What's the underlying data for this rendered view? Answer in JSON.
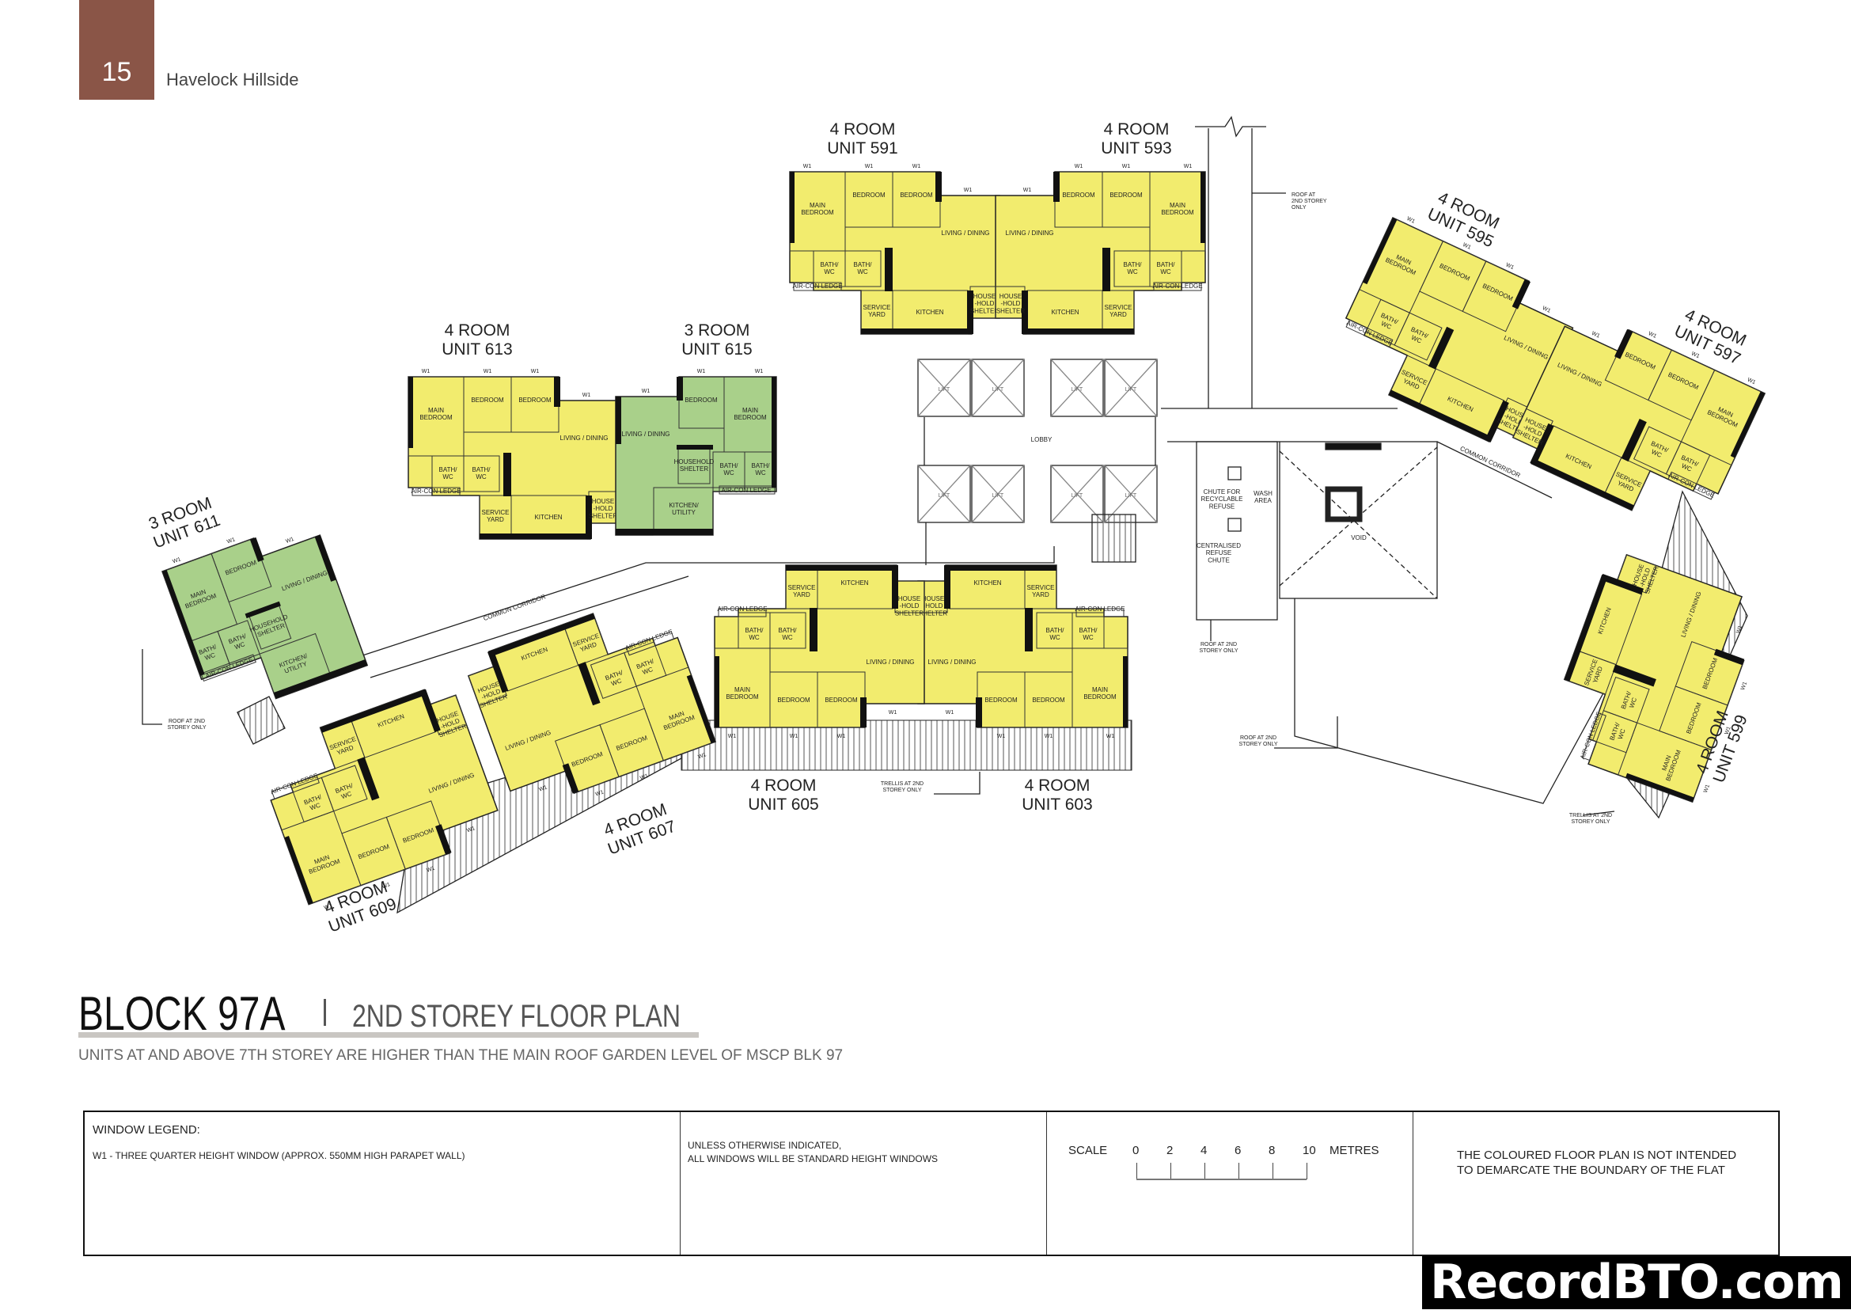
{
  "header": {
    "page_number": "15",
    "project": "Havelock Hillside",
    "brand_color": "#8a5547"
  },
  "colors": {
    "four_room": "#f2ec6e",
    "three_room": "#a9d08a"
  },
  "units": [
    {
      "type_label": "4 ROOM",
      "unit_label": "UNIT 591",
      "rooms": [
        "MAIN BEDROOM",
        "BEDROOM",
        "BEDROOM",
        "LIVING / DINING",
        "BATH/ WC",
        "BATH/ WC",
        "KITCHEN",
        "SERVICE YARD",
        "HOUSE -HOLD SHELTER",
        "AIR-CON LEDGE"
      ]
    },
    {
      "type_label": "4 ROOM",
      "unit_label": "UNIT 593",
      "rooms": [
        "MAIN BEDROOM",
        "BEDROOM",
        "BEDROOM",
        "LIVING / DINING",
        "BATH/ WC",
        "BATH/ WC",
        "KITCHEN",
        "SERVICE YARD",
        "HOUSE -HOLD SHELTER",
        "AIR-CON LEDGE"
      ]
    },
    {
      "type_label": "4 ROOM",
      "unit_label": "UNIT 595",
      "rooms": [
        "MAIN BEDROOM",
        "BEDROOM",
        "BEDROOM",
        "LIVING / DINING",
        "BATH/ WC",
        "BATH/ WC",
        "KITCHEN",
        "SERVICE YARD",
        "HOUSE -HOLD SHELTER",
        "AIR-CON LEDGE"
      ]
    },
    {
      "type_label": "4 ROOM",
      "unit_label": "UNIT 597",
      "rooms": [
        "MAIN BEDROOM",
        "BEDROOM",
        "BEDROOM",
        "LIVING / DINING",
        "BATH/ WC",
        "BATH/ WC",
        "KITCHEN",
        "SERVICE YARD",
        "HOUSE -HOLD SHELTER",
        "AIR-CON LEDGE"
      ]
    },
    {
      "type_label": "4 ROOM",
      "unit_label": "UNIT 599",
      "rooms": [
        "MAIN BEDROOM",
        "BEDROOM",
        "BEDROOM",
        "LIVING / DINING",
        "BATH/ WC",
        "BATH/ WC",
        "KITCHEN",
        "SERVICE YARD",
        "HOUSE -HOLD SHELTER",
        "AIR-CON LEDGE"
      ]
    },
    {
      "type_label": "4 ROOM",
      "unit_label": "UNIT 603",
      "rooms": [
        "MAIN BEDROOM",
        "BEDROOM",
        "BEDROOM",
        "LIVING / DINING",
        "BATH/ WC",
        "BATH/ WC",
        "KITCHEN",
        "SERVICE YARD",
        "HOUSE -HOLD SHELTER",
        "AIR-CON LEDGE"
      ]
    },
    {
      "type_label": "4 ROOM",
      "unit_label": "UNIT 605",
      "rooms": [
        "MAIN BEDROOM",
        "BEDROOM",
        "BEDROOM",
        "LIVING / DINING",
        "BATH/ WC",
        "BATH/ WC",
        "KITCHEN",
        "SERVICE YARD",
        "HOUSE -HOLD SHELTER",
        "AIR-CON LEDGE"
      ]
    },
    {
      "type_label": "4 ROOM",
      "unit_label": "UNIT 607",
      "rooms": [
        "MAIN BEDROOM",
        "BEDROOM",
        "BEDROOM",
        "LIVING / DINING",
        "BATH/ WC",
        "BATH/ WC",
        "KITCHEN",
        "SERVICE YARD",
        "HOUSE -HOLD SHELTER",
        "AIR-CON LEDGE"
      ]
    },
    {
      "type_label": "4 ROOM",
      "unit_label": "UNIT 609",
      "rooms": [
        "MAIN BEDROOM",
        "BEDROOM",
        "BEDROOM",
        "LIVING / DINING",
        "BATH/ WC",
        "BATH/ WC",
        "KITCHEN",
        "SERVICE YARD",
        "HOUSE -HOLD SHELTER",
        "AIR-CON LEDGE"
      ]
    },
    {
      "type_label": "3 ROOM",
      "unit_label": "UNIT 611",
      "rooms": [
        "MAIN BEDROOM",
        "BEDROOM",
        "LIVING / DINING",
        "BATH/ WC",
        "BATH/ WC",
        "HOUSEHOLD SHELTER",
        "KITCHEN/ UTILITY",
        "AIR-CON LEDGE"
      ]
    },
    {
      "type_label": "4 ROOM",
      "unit_label": "UNIT 613",
      "rooms": [
        "MAIN BEDROOM",
        "BEDROOM",
        "BEDROOM",
        "LIVING / DINING",
        "BATH/ WC",
        "BATH/ WC",
        "KITCHEN",
        "SERVICE YARD",
        "HOUSE -HOLD SHELTER",
        "AIR-CON LEDGE"
      ]
    },
    {
      "type_label": "3 ROOM",
      "unit_label": "UNIT 615",
      "rooms": [
        "MAIN BEDROOM",
        "BEDROOM",
        "LIVING / DINING",
        "BATH/ WC",
        "BATH/ WC",
        "HOUSEHOLD SHELTER",
        "KITCHEN/ UTILITY",
        "AIR-CON LEDGE"
      ]
    }
  ],
  "window_tag": "W1",
  "lift_label": "LIFT",
  "annotations": {
    "lobby": "LOBBY",
    "void": "VOID",
    "chute_recyclable": "CHUTE FOR RECYCLABLE REFUSE",
    "wash_area": "WASH AREA",
    "centralised_chute": "CENTRALISED REFUSE CHUTE",
    "roof_top": "ROOF AT 2ND STOREY ONLY",
    "roof_mid": "ROOF AT 2ND STOREY ONLY",
    "roof_low": "ROOF AT 2ND STOREY ONLY",
    "roof_left": "ROOF AT 2ND STOREY ONLY",
    "trellis_center": "TRELLIS AT 2ND STOREY ONLY",
    "trellis_right": "TRELLIS AT 2ND STOREY ONLY",
    "corridor_left": "COMMON CORRIDOR",
    "corridor_right": "COMMON CORRIDOR"
  },
  "title": {
    "block": "BLOCK 97A",
    "plan": "2ND STOREY FLOOR PLAN",
    "note": "UNITS AT AND ABOVE 7TH STOREY ARE HIGHER THAN THE MAIN ROOF GARDEN LEVEL OF MSCP BLK 97"
  },
  "legend": {
    "window_heading": "WINDOW LEGEND:",
    "w1_desc": "W1 -  THREE QUARTER HEIGHT WINDOW (APPROX. 550MM HIGH PARAPET WALL)",
    "standard_line1": "UNLESS OTHERWISE INDICATED,",
    "standard_line2": "ALL WINDOWS WILL BE STANDARD HEIGHT WINDOWS",
    "scale_label": "SCALE",
    "scale_ticks": [
      "0",
      "2",
      "4",
      "6",
      "8",
      "10"
    ],
    "scale_unit": "METRES",
    "disclaimer_line1": "THE COLOURED FLOOR PLAN IS NOT INTENDED",
    "disclaimer_line2": "TO DEMARCATE THE BOUNDARY OF THE FLAT"
  },
  "watermark": "RecordBTO.com"
}
